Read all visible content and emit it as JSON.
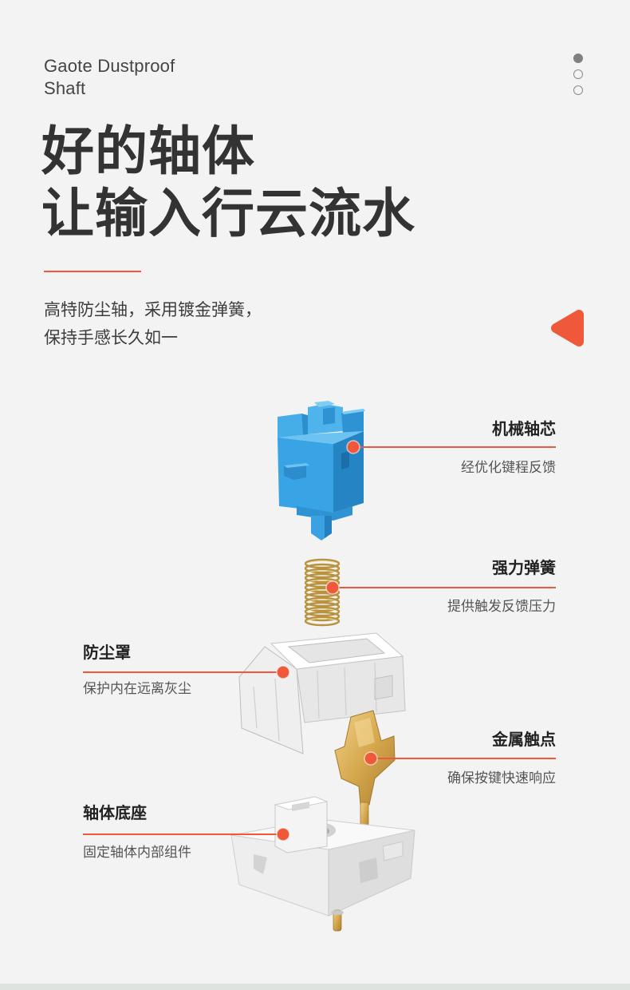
{
  "header": {
    "brand_line1": "Gaote Dustproof",
    "brand_line2": "Shaft",
    "title_line1": "好的轴体",
    "title_line2": "让输入行云流水",
    "subtitle_line1": "高特防尘轴，采用镀金弹簧，",
    "subtitle_line2": "保持手感长久如一"
  },
  "pager": {
    "dots": 3,
    "active": 1
  },
  "callouts": [
    {
      "title": "机械轴芯",
      "desc": "经优化键程反馈"
    },
    {
      "title": "强力弹簧",
      "desc": "提供触发反馈压力"
    },
    {
      "title": "防尘罩",
      "desc": "保护内在远离灰尘"
    },
    {
      "title": "金属触点",
      "desc": "确保按键快速响应"
    },
    {
      "title": "轴体底座",
      "desc": "固定轴体内部组件"
    }
  ],
  "colors": {
    "accent": "#f0583a",
    "stem": "#39a4e5",
    "text": "#333333",
    "background": "#f3f3f3",
    "gold": "#d6a84e"
  }
}
